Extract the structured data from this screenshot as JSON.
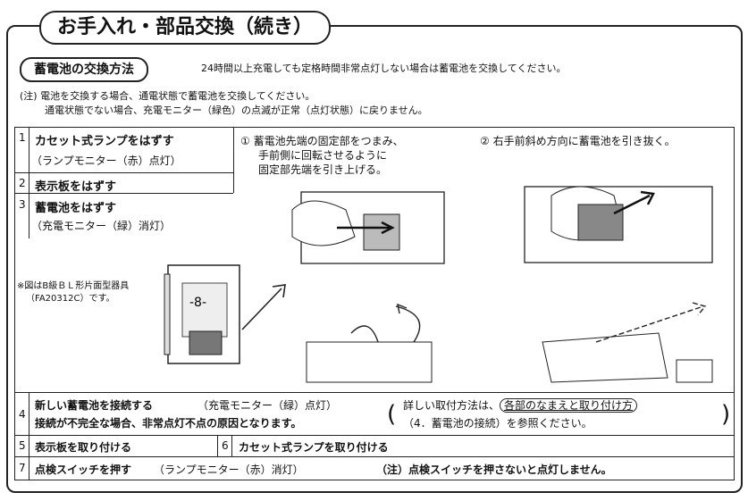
{
  "title": "お手入れ・部品交換（続き）",
  "section": {
    "label": "蓄電池の交換方法",
    "description": "24時間以上充電しても定格時間非常点灯しない場合は蓄電池を交換してください。"
  },
  "note": {
    "prefix": "(注)",
    "line1": "電池を交換する場合、通電状態で蓄電池を交換してください。",
    "line2": "通電状態でない場合、充電モニター（緑色）の点滅が正常（点灯状態）に戻りません。"
  },
  "steps": {
    "s1": {
      "num": "1",
      "title": "カセット式ランプをはずす",
      "sub": "（ランプモニター（赤）点灯）"
    },
    "s2": {
      "num": "2",
      "title": "表示板をはずす"
    },
    "s3": {
      "num": "3",
      "title": "蓄電池をはずす",
      "sub": "（充電モニター（緑）消灯）"
    },
    "s4": {
      "num": "4",
      "title": "新しい蓄電池を接続する",
      "sub": "（充電モニター（緑）点灯）",
      "warn": "接続が不完全な場合、非常点灯不点の原因となります。",
      "ref1": "詳しい取付方法は、",
      "ref_link": "各部のなまえと取り付け方",
      "ref2": "（4．蓄電池の接続）を参照ください。"
    },
    "s5": {
      "num": "5",
      "title": "表示板を取り付ける"
    },
    "s6": {
      "num": "6",
      "title": "カセット式ランプを取り付ける"
    },
    "s7": {
      "num": "7",
      "title": "点検スイッチを押す",
      "sub": "（ランプモニター（赤）消灯）",
      "note": "（注）点検スイッチを押さないと点灯しません。"
    }
  },
  "instructions": {
    "i1_l1": "① 蓄電池先端の固定部をつまみ、",
    "i1_l2": "手前側に回転させるように",
    "i1_l3": "固定部先端を引き上げる。",
    "i2": "② 右手前斜め方向に蓄電池を引き抜く。"
  },
  "figure_note": {
    "line1": "※図はB級ＢＬ形片面型器具",
    "line2": "（FA20312C）です。"
  }
}
